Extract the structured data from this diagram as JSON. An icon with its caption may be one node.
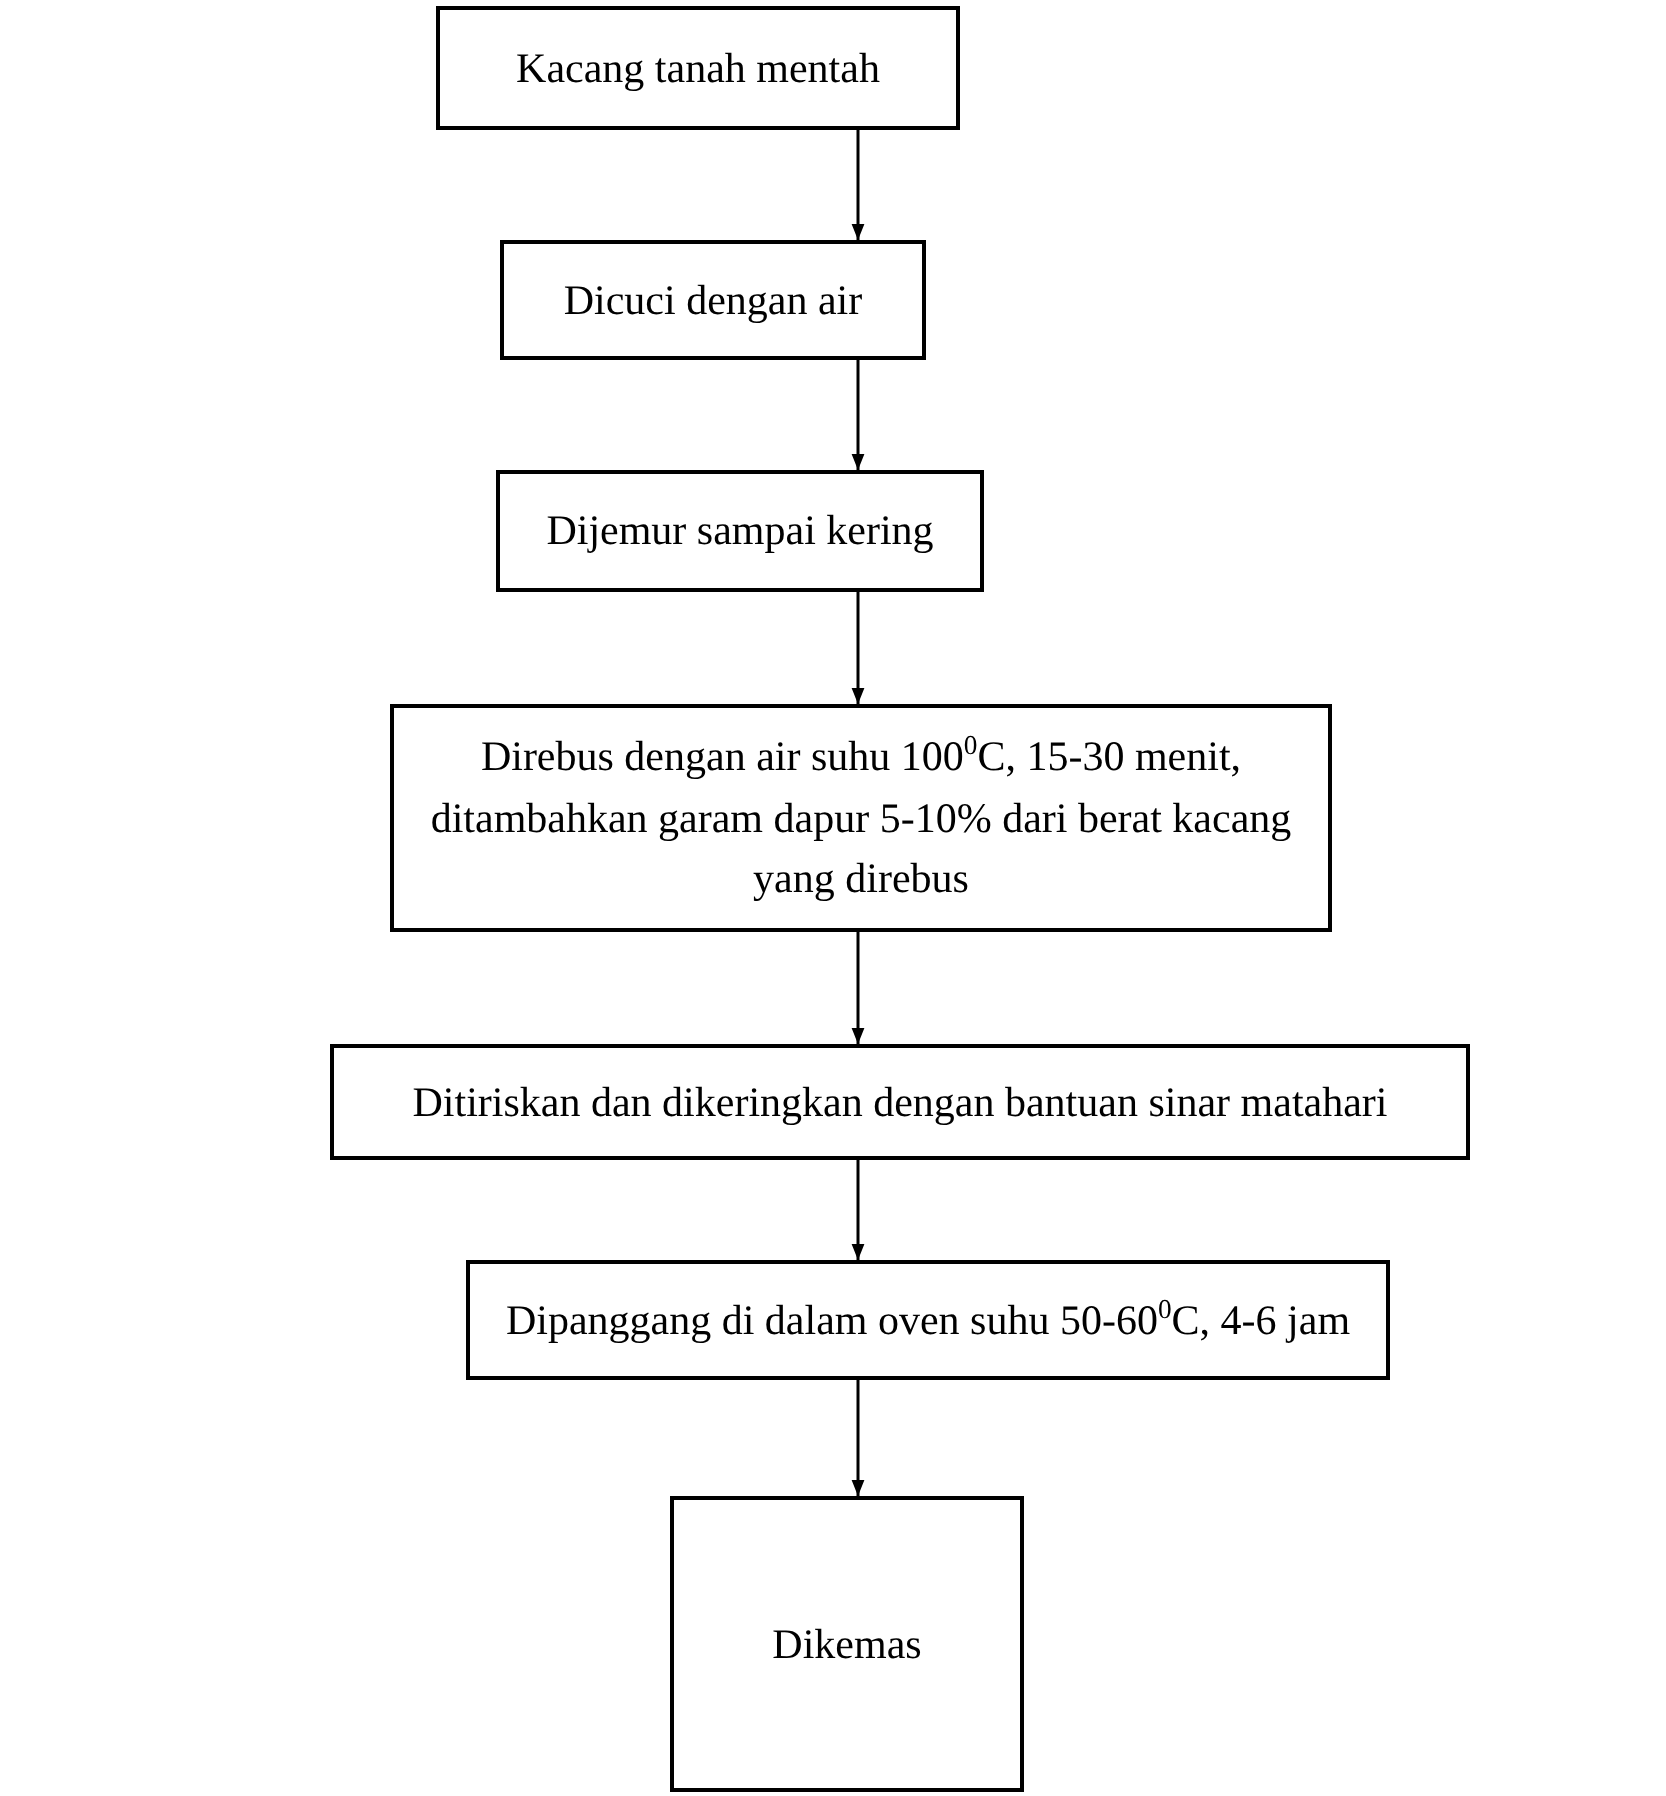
{
  "diagram": {
    "nodes": [
      {
        "text": [
          "Kacang tanah mentah"
        ]
      },
      {
        "text": [
          "Dicuci dengan air"
        ]
      },
      {
        "text": [
          "Dijemur sampai kering"
        ]
      },
      {
        "text": [
          "Direbus dengan air suhu 100$^{0}$C, 15-30 menit, ditambahkan garam dapur 5-10% dari berat kacang yang direbus"
        ]
      },
      {
        "text": [
          "Ditiriskan dan dikeringkan dengan bantuan sinar matahari"
        ]
      },
      {
        "text": [
          "Dipanggang di dalam oven suhu 50-60$^{0}$C, 4-6 jam"
        ]
      },
      {
        "text": [
          "Dikemas"
        ]
      }
    ],
    "edges": [
      {
        "from": 0,
        "to": 1,
        "arrow": "to"
      },
      {
        "from": 1,
        "to": 2,
        "arrow": "to"
      },
      {
        "from": 2,
        "to": 3,
        "arrow": "to"
      },
      {
        "from": 3,
        "to": 4,
        "arrow": "to"
      },
      {
        "from": 4,
        "to": 5,
        "arrow": "to"
      },
      {
        "from": 5,
        "to": 6,
        "arrow": "to"
      }
    ]
  }
}
